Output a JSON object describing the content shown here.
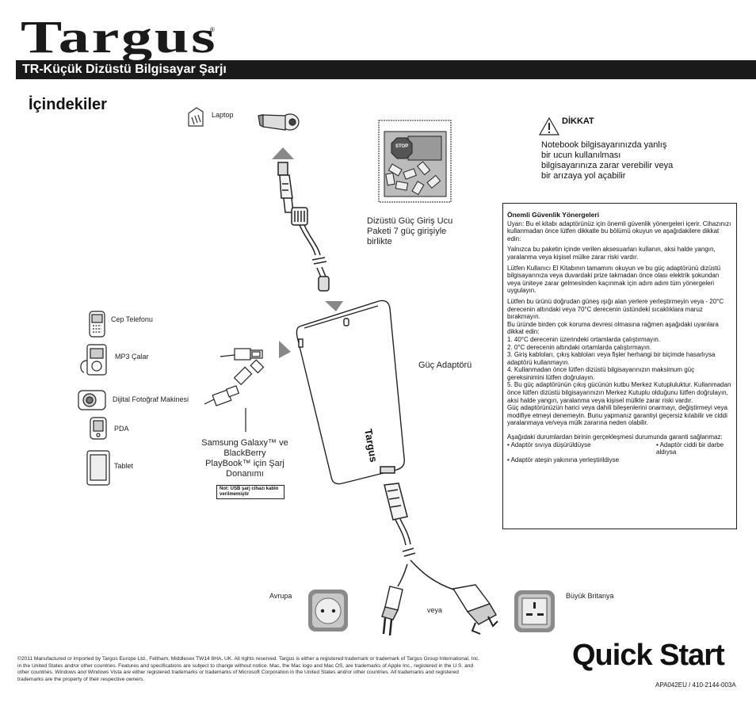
{
  "header": {
    "logo": "Targus",
    "logo_reg": "®",
    "title": "TR-Küçük Dizüstü Bilgisayar Şarjı"
  },
  "contents": {
    "heading": "İçindekiler",
    "laptop_label": "Laptop",
    "tips_label": "Dizüstü Güç Giriş Ucu Paketi 7 güç girişiyle birlikte",
    "stop_label": "STOP",
    "adapter_label": "Güç Adaptörü",
    "brand_on_adapter": "Targus",
    "devices": [
      "Cep Telefonu",
      "MP3 Çalar",
      "Dijital Fotoğraf Makinesi",
      "PDA",
      "Tablet"
    ],
    "usb_label": "Samsung Galaxy™ ve BlackBerry PlayBook™ için Şarj Donanımı",
    "note": "Not: USB şarj cihazı kablo verilmemiştir",
    "europe_label": "Avrupa",
    "or_label": "veya",
    "uk_label": "Büyük Britanya"
  },
  "warning": {
    "title": "DİKKAT",
    "text": "Notebook bilgisayarınızda yanlış bir ucun kullanılması bilgisayarınıza zarar verebilir veya bir arızaya yol açabilir"
  },
  "safety": {
    "title": "Önemli Güvenlik Yönergeleri",
    "paragraphs": [
      "Uyarı: Bu el kitabı adaptörünüz için önemli güvenlik yönergeleri içerir. Cihazınızı kullanmadan önce lütfen dikkatle bu bölümü okuyun ve aşağıdakilere dikkat edin:",
      "Yalnızca bu paketin içinde verilen aksesuarları kullanın, aksi halde yangın, yaralanma veya kişisel mülke zarar riski vardır.",
      "Lütfen Kullanıcı El Kitabının tamamını okuyun ve bu güç adaptörünü dizüstü bilgisayarınıza veya duvardaki prize takmadan önce olası elektrik şokundan veya üniteye zarar gelmesinden kaçınmak için adım adım tüm yönergeleri uygulayın.",
      "Lütfen bu ürünü doğrudan güneş ışığı alan yerlere yerleştirmeyin veya - 20°C derecenin altındaki veya 70°C derecenin üstündeki sıcaklıklara maruz bırakmayın.\nBu üründe birden çok koruma devresi olmasına rağmen aşağıdaki uyarılara dikkat edin:\n1. 40°C derecenin üzerindeki ortamlarda çalıştırmayın.\n2. 0°C derecenin altındaki ortamlarda çalıştırmayın.\n3. Giriş kabloları, çıkış kabloları veya fişler herhangi bir biçimde hasarlıysa adaptörü kullanmayın.\n4. Kullanmadan önce lütfen dizüstü bilgisayarınızın maksimum güç gereksinimini lütfen doğrulayın.\n5. Bu güç adaptörünün çıkış gücünün kutbu Merkez Kutupluluktur. Kullanmadan önce lütfen dizüstü bilgisayarınızın Merkez Kutuplu olduğunu lütfen doğrulayın, aksi halde yangın, yaralanma veya kişisel mülkte zarar riski vardır.\nGüç adaptörünüzün harici veya dahili bileşenlerini onarmayı, değiştirmeyi veya modifiye etmeyi denemeyin. Bunu yapmanız garantiyi geçersiz kılabilir ve ciddi yaralanmaya ve/veya mülk zararına neden olabilir.",
      "Aşağıdaki durumlardan birinin gerçekleşmesi durumunda garanti sağlanmaz:"
    ],
    "bullet_1": "• Adaptör sıvıya düşürüldüyse",
    "bullet_2": "• Adaptör ciddi bir darbe aldıysa",
    "bullet_3": "• Adaptör ateşin yakınına yerleştirildiyse"
  },
  "footer": {
    "legal": "©2011 Manufactured or imported by Targus Europe Ltd., Feltham, Middlesex TW14 8HA, UK. All rights reserved. Targus is either a registered trademark or trademark of Targus Group International, Inc. in the United States and/or other countries. Features and specifications are subject to change without notice. Mac, the Mac logo and Mac OS, are trademarks of Apple Inc., registered in the U.S. and other countries. Windows and Windows Vista are either registered trademarks or trademarks of Microsoft Corporation in the United States  and/or other countries. All trademarks and registered trademarks are the property of their respective owners.",
    "quick_start": "Quick Start",
    "part_number": "APA042EU / 410-2144-003A"
  }
}
